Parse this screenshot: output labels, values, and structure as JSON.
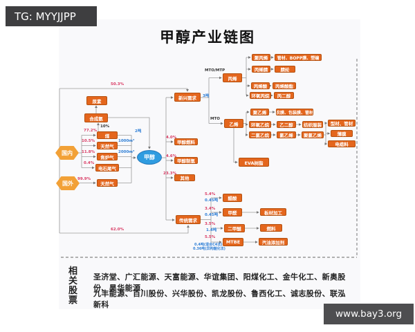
{
  "watermark": "TG: MYYJJPP",
  "site_badge": "www.bay3.org",
  "title": "甲醇产业链图",
  "colors": {
    "node_orange": "#e4661d",
    "hex_orange": "#f2a137",
    "methanol_blue": "#2f9ce0",
    "pct_red": "#d93a63",
    "capacity_blue": "#2f7fd6",
    "badge_gray": "#4e4e50"
  },
  "chain": {
    "urea": "尿素",
    "ammonia": "合成氨",
    "ammonia_pct": "10%",
    "domestic": "国内",
    "overseas": "国外",
    "coal": "煤",
    "coal_pct": "77.2%",
    "coal_cap": "2吨",
    "gas": "天然气",
    "gas_pct": "10.5%",
    "gas_cap": "1000m³",
    "cog": "焦炉气",
    "cog_pct": "11.8%",
    "cog_cap": "2000m³",
    "carbide": "电石尾气",
    "carbide_pct": "0.4%",
    "gas2": "天然气",
    "gas2_pct": "99.9%",
    "methanol": "甲醇",
    "new_demand": "新兴需求",
    "new_pct": "50.3%",
    "new_cap": "3吨",
    "fuel": "甲醇燃料",
    "fuel_pct": "4.0%",
    "hydrogen": "甲醇制氢",
    "hydrogen_pct": "4.6%",
    "other": "其他",
    "other_pct": "23.3%",
    "mtp_label": "MTO/MTP",
    "mto_label": "MTO",
    "propylene": "丙烯",
    "ethylene": "乙烯",
    "pp": "聚丙烯",
    "pp_down": "管材、BOPP膜、塑编",
    "an": "丙烯腈",
    "an_down": "腈纶",
    "aa": "丙烯酸",
    "aa_down": "丙烯酸酯",
    "po": "环氧丙烷",
    "po_down": "丙二醇",
    "pe": "聚乙烯",
    "pe_down": "农膜、包装膜、管材",
    "eo": "环氧乙烷",
    "eg": "乙二醇",
    "eg_down": "纺织服装",
    "edc": "二氯乙烷",
    "vcm": "氯乙烯",
    "pvc": "聚氯乙烯",
    "pvc_down1": "型材、管材",
    "pvc_down2": "薄膜",
    "pvc_down3": "电缆料",
    "eva": "EVA树脂",
    "trad_demand": "传统需求",
    "trad_pct": "62.0%",
    "acetic": "醋酸",
    "acetic_pct": "5.4%",
    "acetic_cap": "0.45吨",
    "formaldehyde": "甲醛",
    "form_pct": "3.4%",
    "form_cap": "0.45吨",
    "form_down": "板材加工",
    "dme": "二甲醚",
    "dme_pct": "3.5%",
    "dme_cap": "1.4吨",
    "dme_down": "燃料",
    "mtbe": "MTBE",
    "mtbe_pct": "5.5%",
    "mtbe_cap1": "0.4吨(混合C4法)",
    "mtbe_cap2": "0.36吨(异构醚化法)",
    "mtbe_down": "汽油添加剂"
  },
  "stocks": {
    "heading": "相关股票",
    "line1": "圣济堂、广汇能源、天富能源、华谊集团、阳煤化工、金牛化工、新奥股份、昊华能源、",
    "line2": "九丰能源、百川股份、兴华股份、凯龙股份、鲁西化工、诚志股份、联泓新科"
  }
}
